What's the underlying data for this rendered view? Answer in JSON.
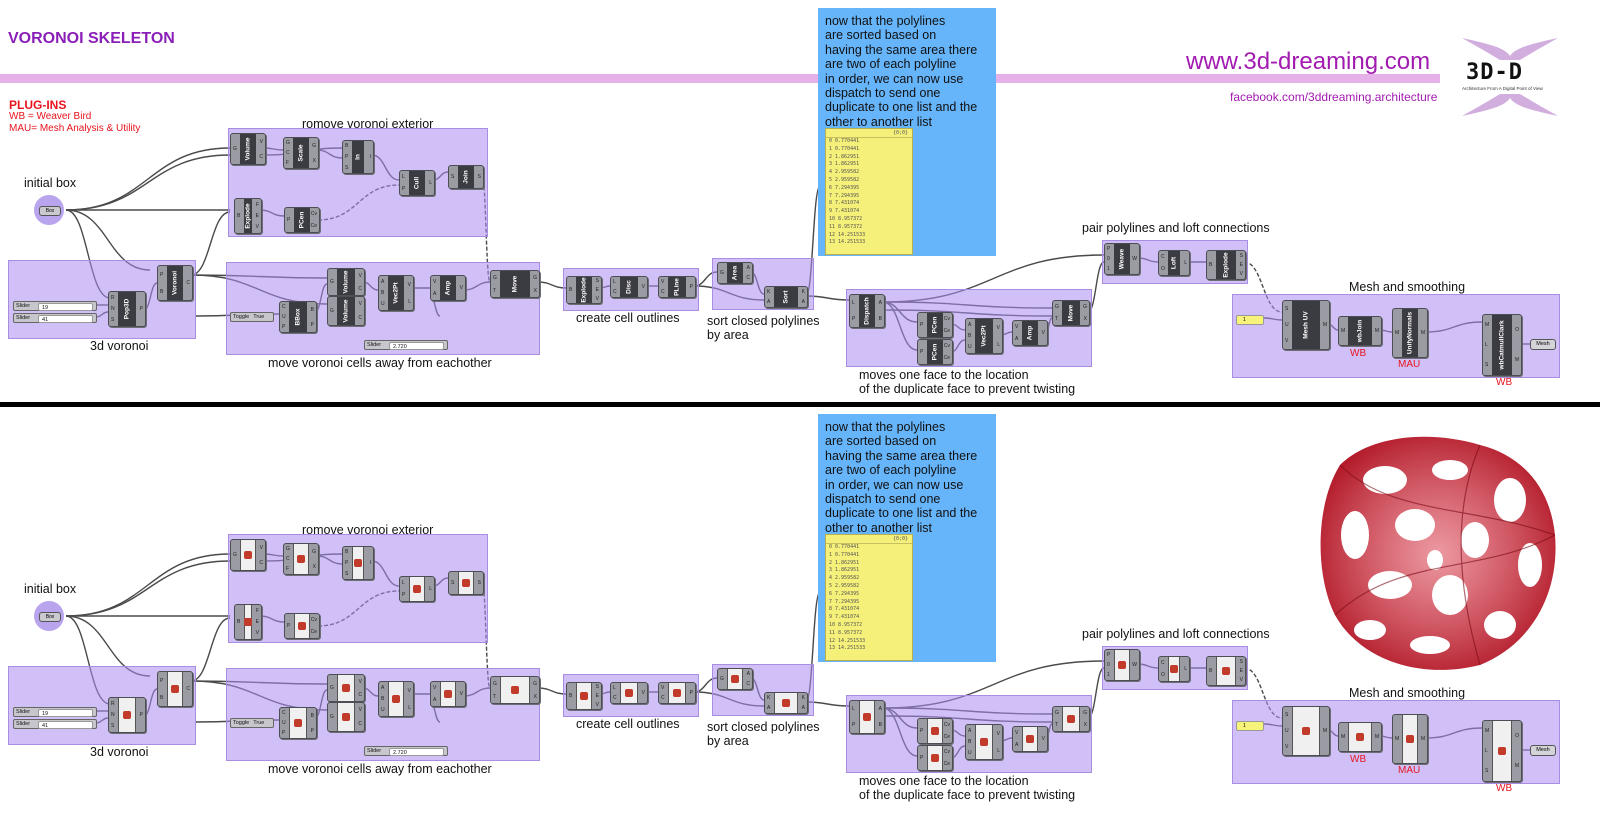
{
  "header": {
    "title": "VORONOI SKELETON",
    "plugins_heading": "PLUG-INS",
    "plugin_lines": [
      "WB = Weaver Bird",
      "MAU= Mesh Analysis & Utility"
    ],
    "website": "www.3d-dreaming.com",
    "facebook": "facebook.com/3ddreaming.architecture",
    "logo_text": "3D-D",
    "logo_sub": "Architecture From A Digital Point of View"
  },
  "groups": {
    "initial_box": "initial box",
    "voronoi3d": "3d voronoi",
    "remove_exterior": "romove voronoi exterior",
    "move_cells": "move voronoi cells away from eachother",
    "cell_outlines": "create cell outlines",
    "sort_polylines": "sort closed polylines\nby area",
    "dispatch_move": "moves one face to the location\nof the duplicate face to prevent twisting",
    "pair_loft": "pair polylines and loft connections",
    "mesh_smooth": "Mesh and smoothing"
  },
  "note": "now that the polylines\nare sorted based on\nhaving the same area there\nare two of each polyline\nin order, we can now use\ndispatch to send one\nduplicate to one list and the\nother to another list",
  "panel": {
    "header": "{0;0}",
    "rows": [
      "0 0.770441",
      "1 0.770441",
      "2 1.862951",
      "3 1.862951",
      "4 2.959582",
      "5 2.959582",
      "6 7.294395",
      "7 7.294395",
      "8 7.431074",
      "9 7.431074",
      "10 8.957372",
      "11 8.957372",
      "12 14.251533",
      "13 14.251533"
    ]
  },
  "sliders": {
    "label": "Slider",
    "count": "19",
    "seed": "41",
    "distance": "2.720"
  },
  "toggle": {
    "label": "Toggle",
    "value": "True"
  },
  "box_param": "Box",
  "mesh_out": "Mesh",
  "mesh_value": "1",
  "plugin_tags": {
    "wb": "WB",
    "mau": "MAU"
  },
  "components": {
    "volume": "Volume",
    "scale": "Scale",
    "inside": "In",
    "cull": "Cull",
    "join": "Join",
    "explode": "Explode",
    "pcen": "PCen",
    "voronoi": "Voronoi",
    "pop3d": "Pop3D",
    "bbox": "BBox",
    "vec2pt": "Vec2Pt",
    "amp": "Amp",
    "move": "Move",
    "disc": "Disc",
    "pline": "PLine",
    "area": "Area",
    "sort": "Sort",
    "dispatch": "Dispatch",
    "weave": "Weave",
    "loft": "Loft",
    "mesh_uv": "Mesh UV",
    "wbjoin": "wbJoin",
    "unify": "UnifyNormals",
    "catmull": "wbCatmullClark"
  },
  "colors": {
    "group_fill": "#aa8cf0",
    "note_fill": "#66b4fa",
    "panel_fill": "#f5f07a",
    "title": "#8a1fb8",
    "plugin_text": "#e8141e",
    "render": "#c81a2a"
  }
}
